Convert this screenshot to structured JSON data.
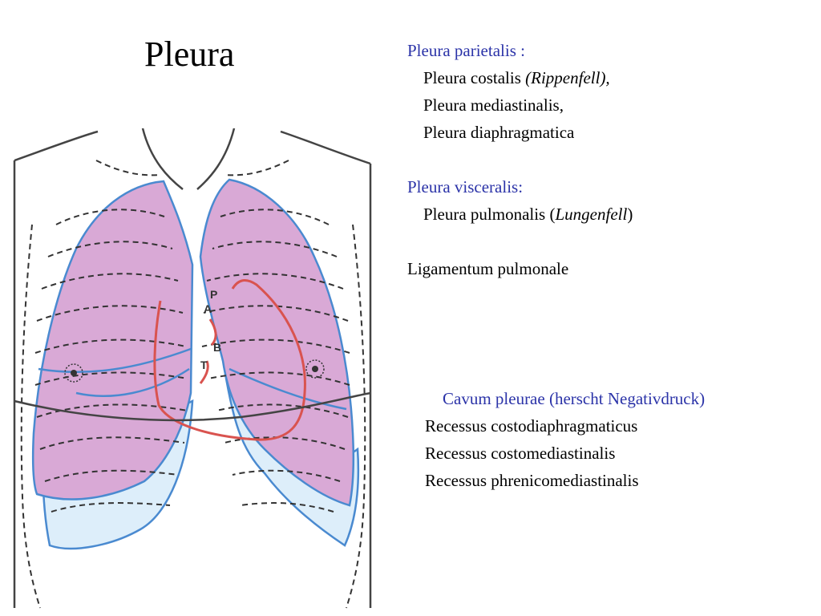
{
  "slide": {
    "title": "Pleura"
  },
  "text_blocks": {
    "parietalis_heading": "Pleura parietalis :",
    "costalis_main": "Pleura costalis",
    "costalis_italic": " (Rippenfell),",
    "mediastinalis": "Pleura mediastinalis,",
    "diaphragmatica": "Pleura diaphragmatica",
    "visceralis_heading": "Pleura visceralis:",
    "pulmonalis_main": "Pleura pulmonalis (",
    "pulmonalis_italic": "Lungenfell",
    "pulmonalis_close": ")",
    "ligamentum": "Ligamentum pulmonale",
    "cavum": "Cavum pleurae (herscht Negativdruck)",
    "recessus": [
      "Recessus costodiaphragmaticus",
      "Recessus costomediastinalis",
      "Recessus phrenicomediastinalis"
    ]
  },
  "diagram": {
    "labels": {
      "p": "P",
      "a": "A",
      "b": "B",
      "t": "T"
    },
    "colors": {
      "lung_fill": "#d9a9d6",
      "recess_fill": "#ddeefa",
      "pleura_line": "#4a8ad0",
      "heart_outline": "#d9534f",
      "body_line": "#444444"
    }
  }
}
